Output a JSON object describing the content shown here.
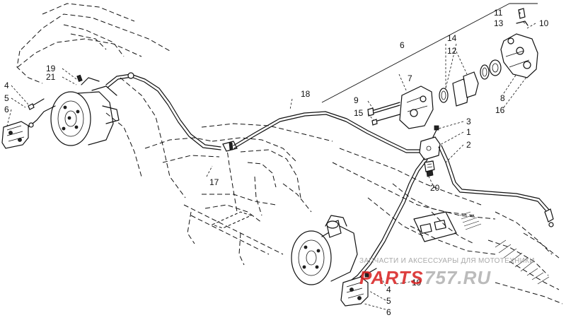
{
  "callouts": [
    {
      "id": "c1",
      "label": "1"
    },
    {
      "id": "c2",
      "label": "2"
    },
    {
      "id": "c3",
      "label": "3"
    },
    {
      "id": "c4a",
      "label": "4"
    },
    {
      "id": "c4b",
      "label": "4"
    },
    {
      "id": "c5a",
      "label": "5"
    },
    {
      "id": "c5b",
      "label": "5"
    },
    {
      "id": "c6a",
      "label": "6"
    },
    {
      "id": "c6b",
      "label": "6"
    },
    {
      "id": "c6c",
      "label": "6"
    },
    {
      "id": "c7",
      "label": "7"
    },
    {
      "id": "c8",
      "label": "8"
    },
    {
      "id": "c9",
      "label": "9"
    },
    {
      "id": "c10",
      "label": "10"
    },
    {
      "id": "c11",
      "label": "11"
    },
    {
      "id": "c12",
      "label": "12"
    },
    {
      "id": "c13",
      "label": "13"
    },
    {
      "id": "c14",
      "label": "14"
    },
    {
      "id": "c15",
      "label": "15"
    },
    {
      "id": "c16",
      "label": "16"
    },
    {
      "id": "c17",
      "label": "17"
    },
    {
      "id": "c18",
      "label": "18"
    },
    {
      "id": "c19a",
      "label": "19"
    },
    {
      "id": "c19b",
      "label": "19"
    },
    {
      "id": "c20",
      "label": "20"
    },
    {
      "id": "c21",
      "label": "21"
    }
  ],
  "watermark": {
    "tagline": "ЗАПЧАСТИ И АКСЕССУАРЫ ДЛЯ МОТОТЕХНИКИ",
    "brand_left": "PARTS",
    "brand_right": "757.RU",
    "color_left": "#d81e1e",
    "color_right": "#b0b0b0"
  }
}
